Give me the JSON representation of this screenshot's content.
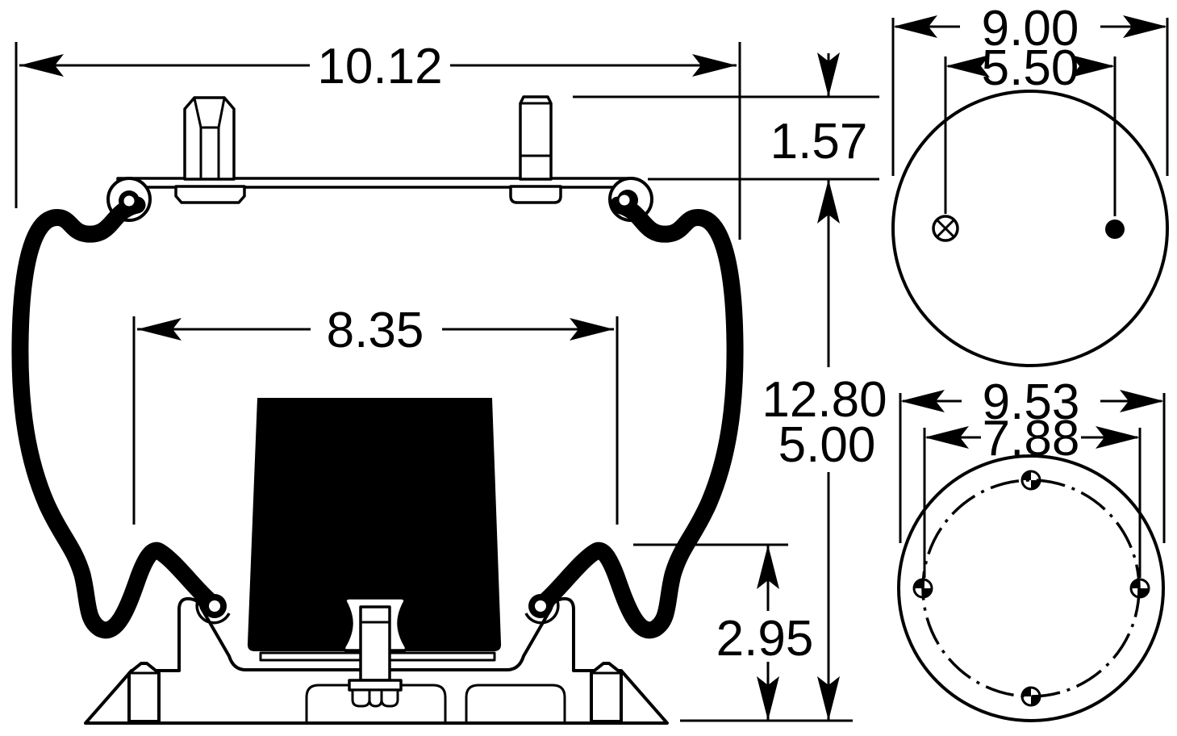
{
  "title": "Air spring technical drawing",
  "colors": {
    "line": "#000000",
    "background": "#ffffff",
    "piston_fill": "#000000"
  },
  "front_view": {
    "overall_width": "10.12",
    "stud_height": "1.57",
    "lower_bellows_width": "8.35",
    "extended_height": "12.80",
    "compressed_height": "5.00",
    "base_height": "2.95"
  },
  "top_view": {
    "plate_width": "9.00",
    "fitting_to_stud_spacing": "5.50"
  },
  "bottom_view": {
    "outer_diameter": "9.53",
    "bolt_circle_diameter": "7.88"
  }
}
